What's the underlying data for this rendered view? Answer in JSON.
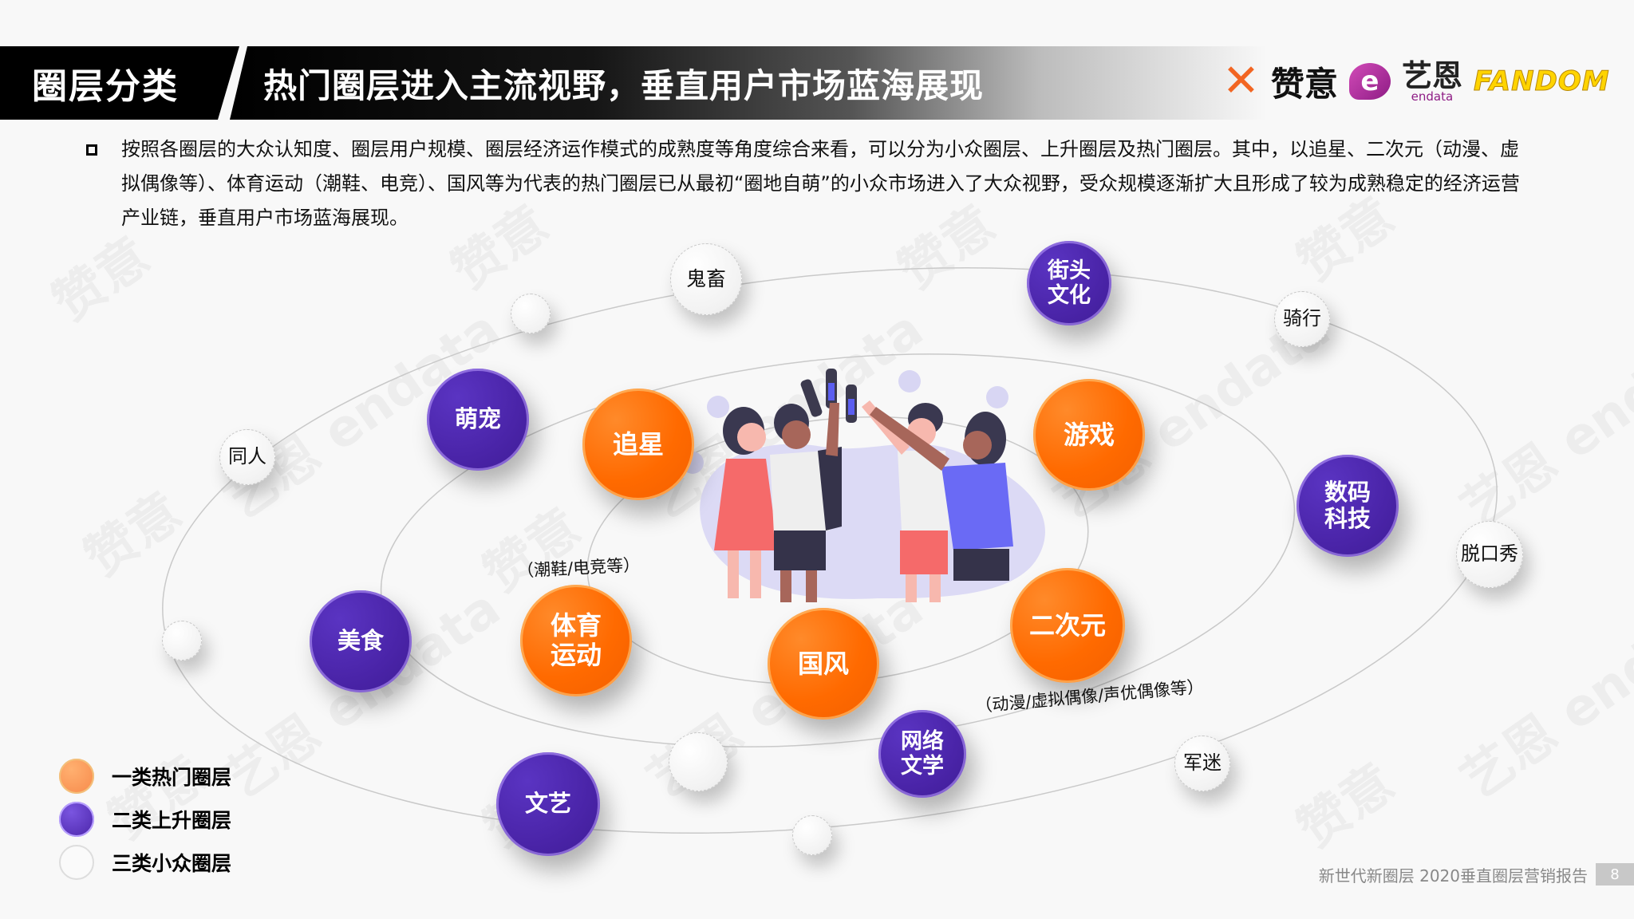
{
  "header": {
    "section_label": "圈层分类",
    "title": "热门圈层进入主流视野，垂直用户市场蓝海展现"
  },
  "logos": {
    "zanyi": {
      "mark": "✕",
      "text": "赞意"
    },
    "endata": {
      "mark": "e",
      "text": "艺恩",
      "sub": "endata"
    },
    "fandom": "FANDOM"
  },
  "intro": {
    "text": "按照各圈层的大众认知度、圈层用户规模、圈层经济运作模式的成熟度等角度综合来看，可以分为小众圈层、上升圈层及热门圈层。其中，以追星、二次元（动漫、虚拟偶像等）、体育运动（潮鞋、电竞）、国风等为代表的热门圈层已从最初“圈地自萌”的小众市场进入了大众视野，受众规模逐渐扩大且形成了较为成熟稳定的经济运营产业链，垂直用户市场蓝海展现。"
  },
  "colors": {
    "hot": "#ff6a00",
    "rising": "#4a24a8",
    "niche": "#f2f2f2"
  },
  "bubbles": [
    {
      "label": "鬼畜",
      "tier": "niche"
    },
    {
      "label": "",
      "tier": "niche"
    },
    {
      "label": "街头\n文化",
      "line1": "街头",
      "line2": "文化",
      "tier": "rise"
    },
    {
      "label": "骑行",
      "tier": "niche"
    },
    {
      "label": "同人",
      "tier": "niche"
    },
    {
      "label": "萌宠",
      "tier": "rise"
    },
    {
      "label": "追星",
      "tier": "hot"
    },
    {
      "label": "游戏",
      "tier": "hot"
    },
    {
      "label": "数码科技",
      "line1": "数码",
      "line2": "科技",
      "tier": "rise"
    },
    {
      "label": "脱口秀",
      "tier": "niche"
    },
    {
      "label": "",
      "tier": "niche"
    },
    {
      "label": "美食",
      "tier": "rise"
    },
    {
      "label": "体育运动",
      "line1": "体育",
      "line2": "运动",
      "tier": "hot"
    },
    {
      "label": "国风",
      "tier": "hot"
    },
    {
      "label": "二次元",
      "tier": "hot"
    },
    {
      "label": "网络文学",
      "line1": "网络",
      "line2": "文学",
      "tier": "rise"
    },
    {
      "label": "",
      "tier": "niche"
    },
    {
      "label": "军迷",
      "tier": "niche"
    },
    {
      "label": "文艺",
      "tier": "rise"
    },
    {
      "label": "",
      "tier": "niche"
    }
  ],
  "notes": {
    "sports": "（潮鞋/电竞等）",
    "acg": "（动漫/虚拟偶像/声优偶像等）"
  },
  "legend": [
    {
      "label": "一类热门圈层",
      "tier": "hot"
    },
    {
      "label": "二类上升圈层",
      "tier": "rise"
    },
    {
      "label": "三类小众圈层",
      "tier": "niche"
    }
  ],
  "footer": {
    "report_title": "新世代新圈层 2020垂直圈层营销报告",
    "page_number": "8"
  },
  "watermarks": [
    "赞意",
    "艺恩 endata"
  ]
}
